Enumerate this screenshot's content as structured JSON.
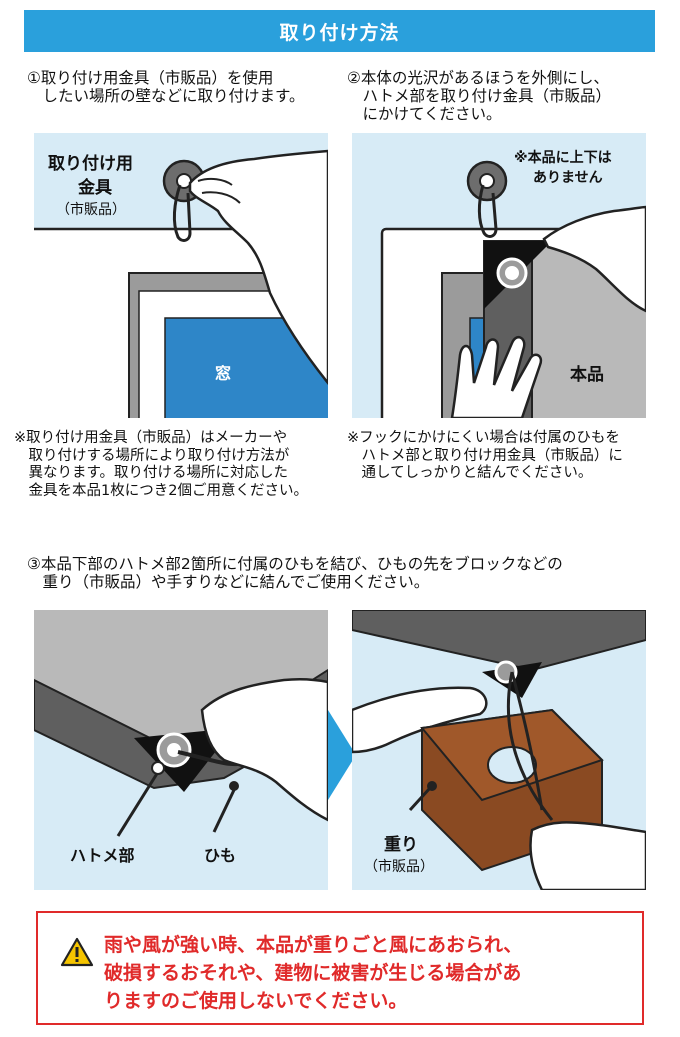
{
  "header": {
    "title": "取り付け方法"
  },
  "step1": {
    "text": "①取り付け用金具（市販品）を使用\n　したい場所の壁などに取り付けます。",
    "label_hardware_line1": "取り付け用",
    "label_hardware_line2": "金具",
    "label_hardware_sub": "（市販品）",
    "label_window": "窓",
    "note": "※取り付け用金具（市販品）はメーカーや\n　取り付けする場所により取り付け方法が\n　異なります。取り付ける場所に対応した\n　金具を本品1枚につき2個ご用意ください。"
  },
  "step2": {
    "text": "②本体の光沢があるほうを外側にし、\n　ハトメ部を取り付け金具（市販品）\n　にかけてください。",
    "label_no_updown_line1": "※本品に上下は",
    "label_no_updown_line2": "ありません",
    "label_product": "本品",
    "note": "※フックにかけにくい場合は付属のひもを\n　ハトメ部と取り付け用金具（市販品）に\n　通してしっかりと結んでください。"
  },
  "step3": {
    "text": "③本品下部のハトメ部2箇所に付属のひもを結び、ひもの先をブロックなどの\n　重り（市販品）や手すりなどに結んでご使用ください。",
    "label_grommet": "ハトメ部",
    "label_string": "ひも",
    "label_weight": "重り",
    "label_weight_sub": "（市販品）"
  },
  "warning": {
    "icon": "warning-triangle-icon",
    "text": "雨や風が強い時、本品が重りごと風にあおられ、\n破損するおそれや、建物に被害が生じる場合があ\nりますのご使用しないでください。"
  }
}
